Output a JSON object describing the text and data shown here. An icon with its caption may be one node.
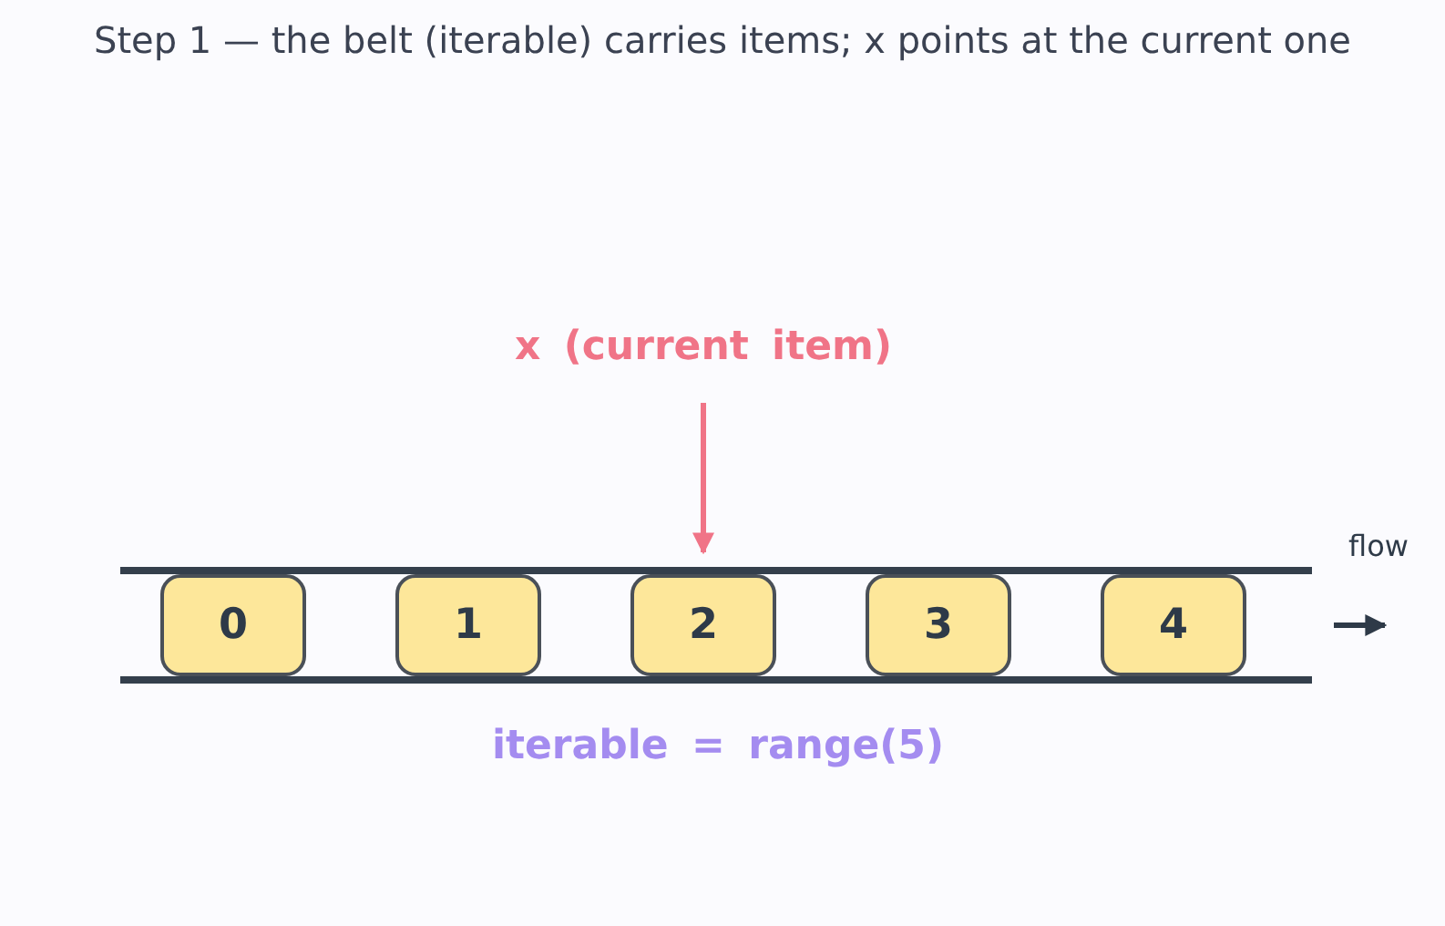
{
  "diagram": {
    "title": "Step 1 — the belt (iterable) carries items; x points at the current one",
    "nodes": [
      {
        "text": [
          "x (current item)"
        ]
      },
      {
        "text": [
          "0"
        ]
      },
      {
        "text": [
          "1"
        ]
      },
      {
        "text": [
          "2"
        ]
      },
      {
        "text": [
          "3"
        ]
      },
      {
        "text": [
          "4"
        ]
      }
    ],
    "edges": [
      {
        "from": 0,
        "to": 3,
        "arrow": "to",
        "color": "#f07487"
      }
    ],
    "labels": [
      "flow",
      "iterable = range(5)"
    ]
  }
}
